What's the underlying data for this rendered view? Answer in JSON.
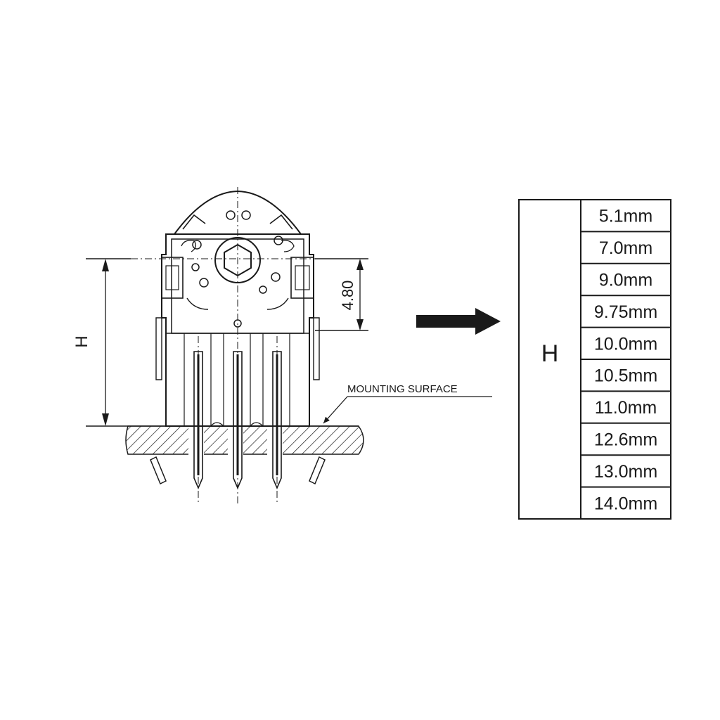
{
  "dimensions": {
    "height_label": "H",
    "offset_label": "4.80",
    "mounting_surface_label": "MOUNTING SURFACE"
  },
  "table": {
    "header": "H",
    "rows": [
      "5.1mm",
      "7.0mm",
      "9.0mm",
      "9.75mm",
      "10.0mm",
      "10.5mm",
      "11.0mm",
      "12.6mm",
      "13.0mm",
      "14.0mm"
    ]
  }
}
